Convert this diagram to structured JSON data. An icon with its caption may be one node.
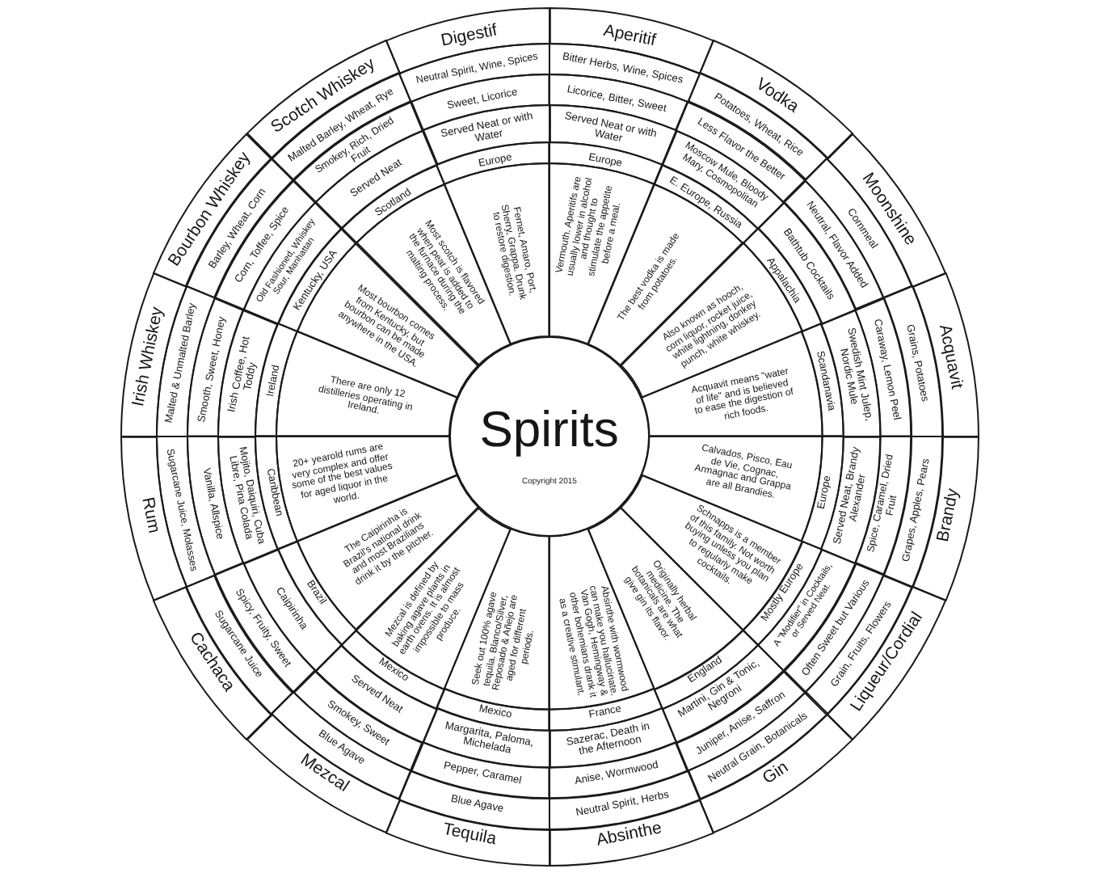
{
  "diagram": {
    "nodes": [
      {
        "text": [
          "Spirits"
        ]
      },
      {
        "text": [
          "Digestif"
        ]
      },
      {
        "text": [
          "Neutral Spirit, Wine, Spices"
        ]
      },
      {
        "text": [
          "Sweet, Licorice"
        ]
      },
      {
        "text": [
          "Served Neat or with Water"
        ]
      },
      {
        "text": [
          "Europe"
        ]
      },
      {
        "text": [
          "Fernet, Amaro, Port, Sherry, Grappa. Drunk to restore digestion."
        ]
      },
      {
        "text": [
          "Aperitif"
        ]
      },
      {
        "text": [
          "Bitter Herbs, Wine, Spices"
        ]
      },
      {
        "text": [
          "Licorice, Bitter, Sweet"
        ]
      },
      {
        "text": [
          "Served Neat or with Water"
        ]
      },
      {
        "text": [
          "Europe"
        ]
      },
      {
        "text": [
          "Vermouth. Aperitifs are usually lower in alcohol and thought to stimulate the appetite before a meal."
        ]
      },
      {
        "text": [
          "Vodka"
        ]
      },
      {
        "text": [
          "Potatoes, Wheat, Rice"
        ]
      },
      {
        "text": [
          "Less Flavor the Better"
        ]
      },
      {
        "text": [
          "Moscow Mule, Bloody Mary, Cosmopolitan"
        ]
      },
      {
        "text": [
          "E. Europe, Russia"
        ]
      },
      {
        "text": [
          "The best vodka is made from potatoes."
        ]
      },
      {
        "text": [
          "Moonshine"
        ]
      },
      {
        "text": [
          "Cornmeal"
        ]
      },
      {
        "text": [
          "Neutral, Flavor Added"
        ]
      },
      {
        "text": [
          "Bathtub Cocktails"
        ]
      },
      {
        "text": [
          "Appalachia"
        ]
      },
      {
        "text": [
          "Also known as hooch, corn liquor, rocket juice, white lightning, donkey punch, white whiskey."
        ]
      },
      {
        "text": [
          "Acquavit"
        ]
      },
      {
        "text": [
          "Grains, Potatoes"
        ]
      },
      {
        "text": [
          "Caraway, Lemon Peel"
        ]
      },
      {
        "text": [
          "Swedish Mint Julep, Nordic Mule"
        ]
      },
      {
        "text": [
          "Scandanavia"
        ]
      },
      {
        "text": [
          "Acquavit means \"water of life\" and is believed to ease the digestion of rich foods."
        ]
      },
      {
        "text": [
          "Brandy"
        ]
      },
      {
        "text": [
          "Grapes, Apples, Pears"
        ]
      },
      {
        "text": [
          "Spice, Caramel, Dried Fruit"
        ]
      },
      {
        "text": [
          "Served Neat, Brandy Alexander"
        ]
      },
      {
        "text": [
          "Europe"
        ]
      },
      {
        "text": [
          "Calvados, Pisco, Eau de Vie, Cognac, Armagnac and Grappa are all Brandies."
        ]
      },
      {
        "text": [
          "Liqueur/Cordial"
        ]
      },
      {
        "text": [
          "Grain, Fruits, Flowers"
        ]
      },
      {
        "text": [
          "Often Sweet but Various"
        ]
      },
      {
        "text": [
          "A \"Modifier\" in Cocktails, or Served Neat."
        ]
      },
      {
        "text": [
          "Mostly Europe"
        ]
      },
      {
        "text": [
          "Schnapps is a member of this family. Not worth buying unless you plan to regularly make cocktails."
        ]
      },
      {
        "text": [
          "Gin"
        ]
      },
      {
        "text": [
          "Neutral Grain, Botanicals"
        ]
      },
      {
        "text": [
          "Juniper, Anise, Saffron"
        ]
      },
      {
        "text": [
          "Martini, Gin & Tonic, Negroni"
        ]
      },
      {
        "text": [
          "England"
        ]
      },
      {
        "text": [
          "Originally herbal medicine. The botanicals are what give gin its flavor."
        ]
      },
      {
        "text": [
          "Absinthe"
        ]
      },
      {
        "text": [
          "Neutral Spirit, Herbs"
        ]
      },
      {
        "text": [
          "Anise, Wormwood"
        ]
      },
      {
        "text": [
          "Sazerac, Death in the Afternoon"
        ]
      },
      {
        "text": [
          "France"
        ]
      },
      {
        "text": [
          "Absinthe with wormwood can make you hallucinate. Van Gogh, Hemingway & other bohemians drank it as a creative stimulant."
        ]
      },
      {
        "text": [
          "Tequila"
        ]
      },
      {
        "text": [
          "Blue Agave"
        ]
      },
      {
        "text": [
          "Pepper, Caramel"
        ]
      },
      {
        "text": [
          "Margarita, Paloma, Michelada"
        ]
      },
      {
        "text": [
          "Mexico"
        ]
      },
      {
        "text": [
          "Seek out 100% agave tequila. Blanco/Silver, Reposado & Añejo are aged for different periods."
        ]
      },
      {
        "text": [
          "Mezcal"
        ]
      },
      {
        "text": [
          "Blue Agave"
        ]
      },
      {
        "text": [
          "Smokey, Sweet"
        ]
      },
      {
        "text": [
          "Served Neat"
        ]
      },
      {
        "text": [
          "Mexico"
        ]
      },
      {
        "text": [
          "Mezcal is defined by baking agave plants in earth ovens. It is almost impossible to mass produce."
        ]
      },
      {
        "text": [
          "Cachaca"
        ]
      },
      {
        "text": [
          "Sugarcane Juice"
        ]
      },
      {
        "text": [
          "Spicy, Fruity, Sweet"
        ]
      },
      {
        "text": [
          "Caipirinha"
        ]
      },
      {
        "text": [
          "Brazil"
        ]
      },
      {
        "text": [
          "The Caipirinha is Brazil's national drink and most Brazilians drink it by the pitcher."
        ]
      },
      {
        "text": [
          "Rum"
        ]
      },
      {
        "text": [
          "Sugarcane Juice, Molasses"
        ]
      },
      {
        "text": [
          "Vanilla, Allspice"
        ]
      },
      {
        "text": [
          "Mojito, Daiquiri, Cuba Libre, Pina Colada"
        ]
      },
      {
        "text": [
          "Caribbean"
        ]
      },
      {
        "text": [
          "20+ yearold rums are very complex and offer some of the best values for aged liquor in the world."
        ]
      },
      {
        "text": [
          "Irish Whiskey"
        ]
      },
      {
        "text": [
          "Malted & Unmalted Barley"
        ]
      },
      {
        "text": [
          "Smooth, Sweet, Honey"
        ]
      },
      {
        "text": [
          "Irish Coffee, Hot Toddy"
        ]
      },
      {
        "text": [
          "Ireland"
        ]
      },
      {
        "text": [
          "There are only 12 distilleries operating in Ireland."
        ]
      },
      {
        "text": [
          "Bourbon Whiskey"
        ]
      },
      {
        "text": [
          "Barley, Wheat, Corn"
        ]
      },
      {
        "text": [
          "Corn, Toffee, Spice"
        ]
      },
      {
        "text": [
          "Old Fashioned, Whiskey Sour, Manhattan"
        ]
      },
      {
        "text": [
          "Kentucky, USA"
        ]
      },
      {
        "text": [
          "Most bourbon comes from Kentucky, but bourbon can be made anywhere in the USA."
        ]
      },
      {
        "text": [
          "Scotch Whiskey"
        ]
      },
      {
        "text": [
          "Malted Barley, Wheat, Rye"
        ]
      },
      {
        "text": [
          "Smokey, Rich, Dried Fruit"
        ]
      },
      {
        "text": [
          "Served Neat"
        ]
      },
      {
        "text": [
          "Scotland"
        ]
      },
      {
        "text": [
          "Most scotch is flavored when peat is added to the furnace during the malting process."
        ]
      }
    ],
    "labels": [
      "Copyright 2015"
    ]
  }
}
